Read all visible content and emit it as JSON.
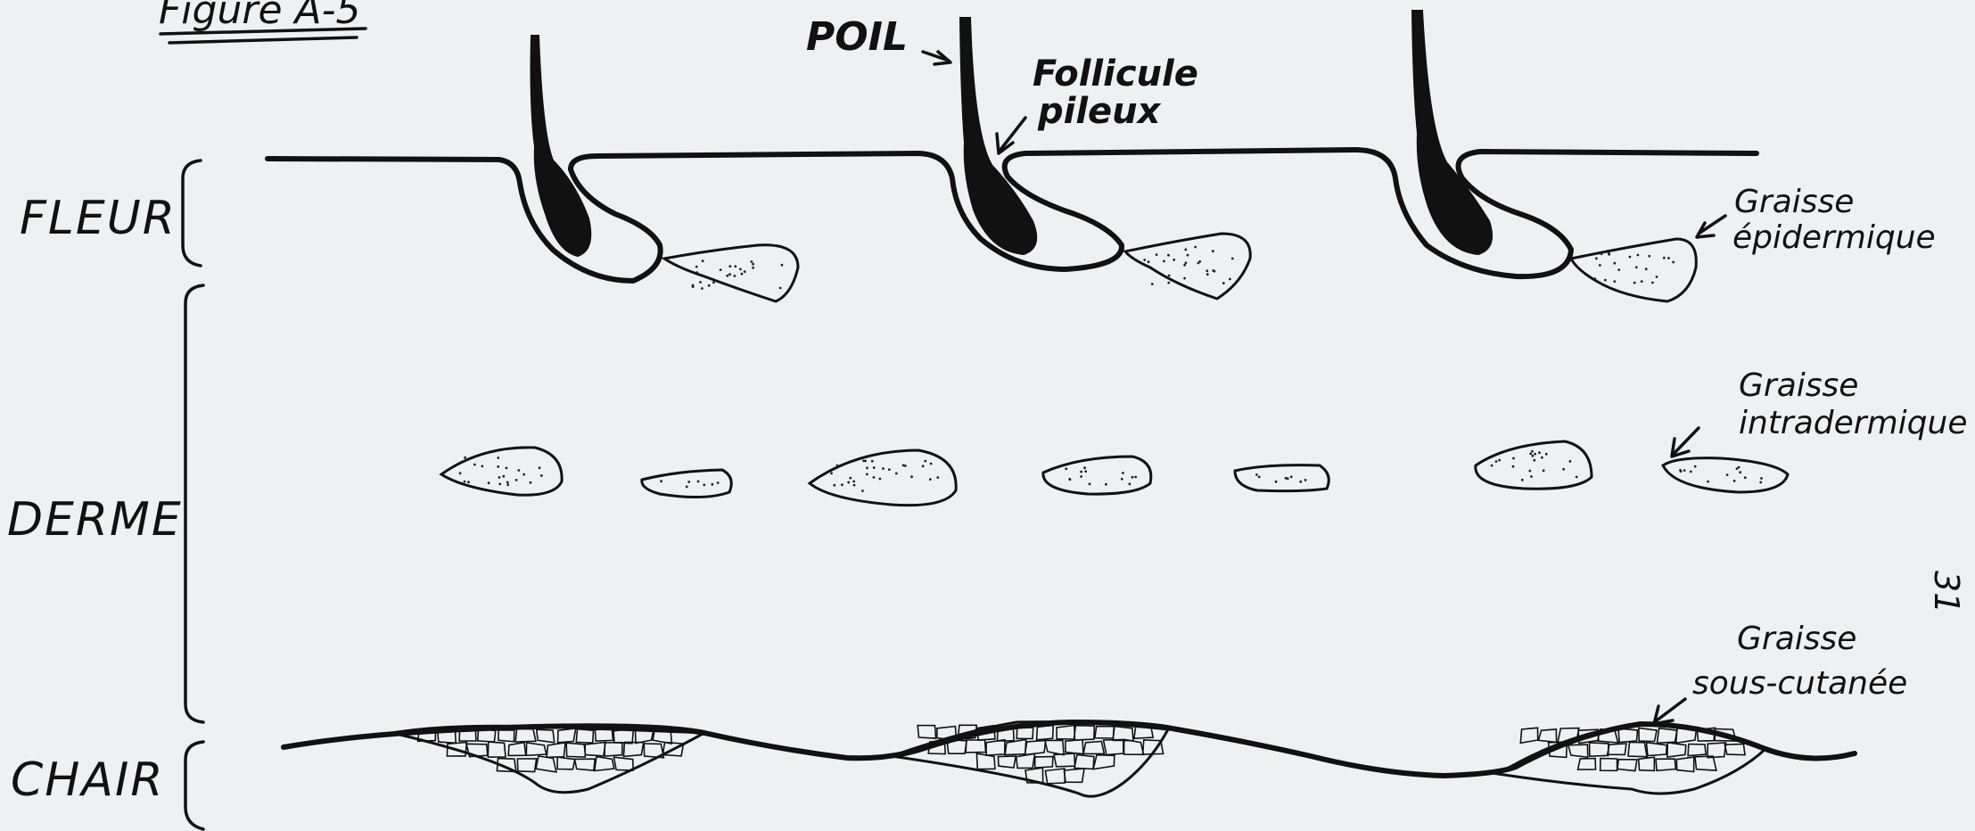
{
  "figure": {
    "title": "Figure A-5",
    "page_mark": "31"
  },
  "layers": {
    "fleur": "FLEUR",
    "derme": "DERME",
    "chair": "CHAIR"
  },
  "annotations": {
    "poil": "POIL",
    "follicule_line1": "Follicule",
    "follicule_line2": "pileux",
    "graisse_epi_line1": "Graisse",
    "graisse_epi_line2": "épidermique",
    "graisse_intra_line1": "Graisse",
    "graisse_intra_line2": "intradermique",
    "graisse_sous_line1": "Graisse",
    "graisse_sous_line2": "sous-cutanée"
  },
  "colors": {
    "ink": "#111111",
    "paper": "#eef1f2"
  }
}
